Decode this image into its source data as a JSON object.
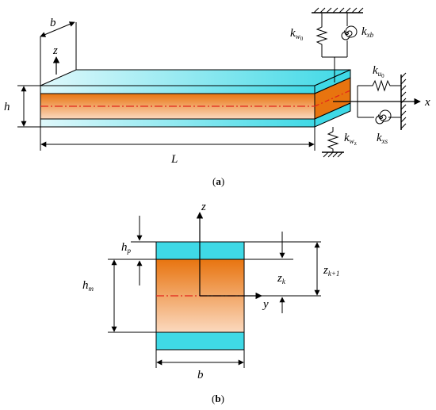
{
  "colors": {
    "face_sheet": "#3fd9e6",
    "face_sheet_light": "#dff8fb",
    "core_dark": "#e8740f",
    "core_light": "#fbd9bf",
    "centerline": "#e2261c",
    "outline": "#000000"
  },
  "part_a": {
    "caption_open": "(",
    "caption_letter": "a",
    "caption_close": ")",
    "labels": {
      "b": "b",
      "z": "z",
      "h": "h",
      "L": "L",
      "x": "x"
    },
    "springs": {
      "k_w0": {
        "base": "k",
        "sub": "w",
        "subsub": "0"
      },
      "k_xb": {
        "base": "k",
        "sub": "xb"
      },
      "k_u0": {
        "base": "k",
        "sub": "u",
        "subsub": "0"
      },
      "k_xs": {
        "base": "k",
        "sub": "xs"
      },
      "k_wz": {
        "base": "k",
        "sub": "w",
        "subsub": "z"
      }
    },
    "icons": [
      "fixed-support-top-icon",
      "fixed-support-bottom-icon",
      "fixed-support-right-icon",
      "linear-spring-icon",
      "torsional-spring-icon"
    ]
  },
  "part_b": {
    "caption_open": "(",
    "caption_letter": "b",
    "caption_close": ")",
    "labels": {
      "z": "z",
      "y": "y",
      "b": "b",
      "h_p": {
        "base": "h",
        "sub": "p"
      },
      "h_m": {
        "base": "h",
        "sub": "m"
      },
      "z_k": {
        "base": "z",
        "sub": "k"
      },
      "z_k1": {
        "base": "z",
        "sub": "k+1"
      }
    }
  }
}
